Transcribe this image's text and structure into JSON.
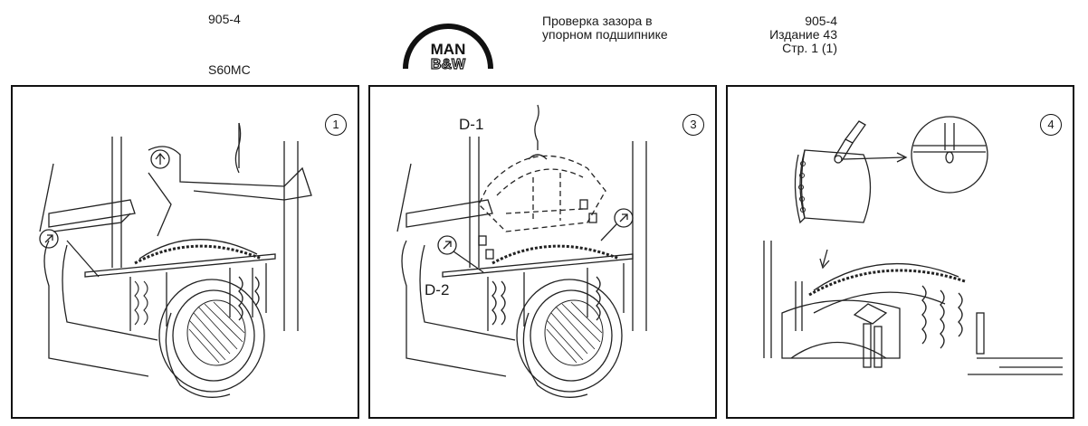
{
  "header": {
    "doc_number_left": "905-4",
    "engine_model": "S60MC",
    "logo_line1": "MAN",
    "logo_line2": "B&W",
    "title_line1": "Проверка зазора в",
    "title_line2": "упорном подшипнике",
    "doc_number_right": "905-4",
    "edition": "Издание 43",
    "page": "Стр. 1 (1)"
  },
  "panels": [
    {
      "number": "1"
    },
    {
      "number": "3",
      "labels": [
        "D-1",
        "D-2"
      ]
    },
    {
      "number": "4"
    }
  ]
}
